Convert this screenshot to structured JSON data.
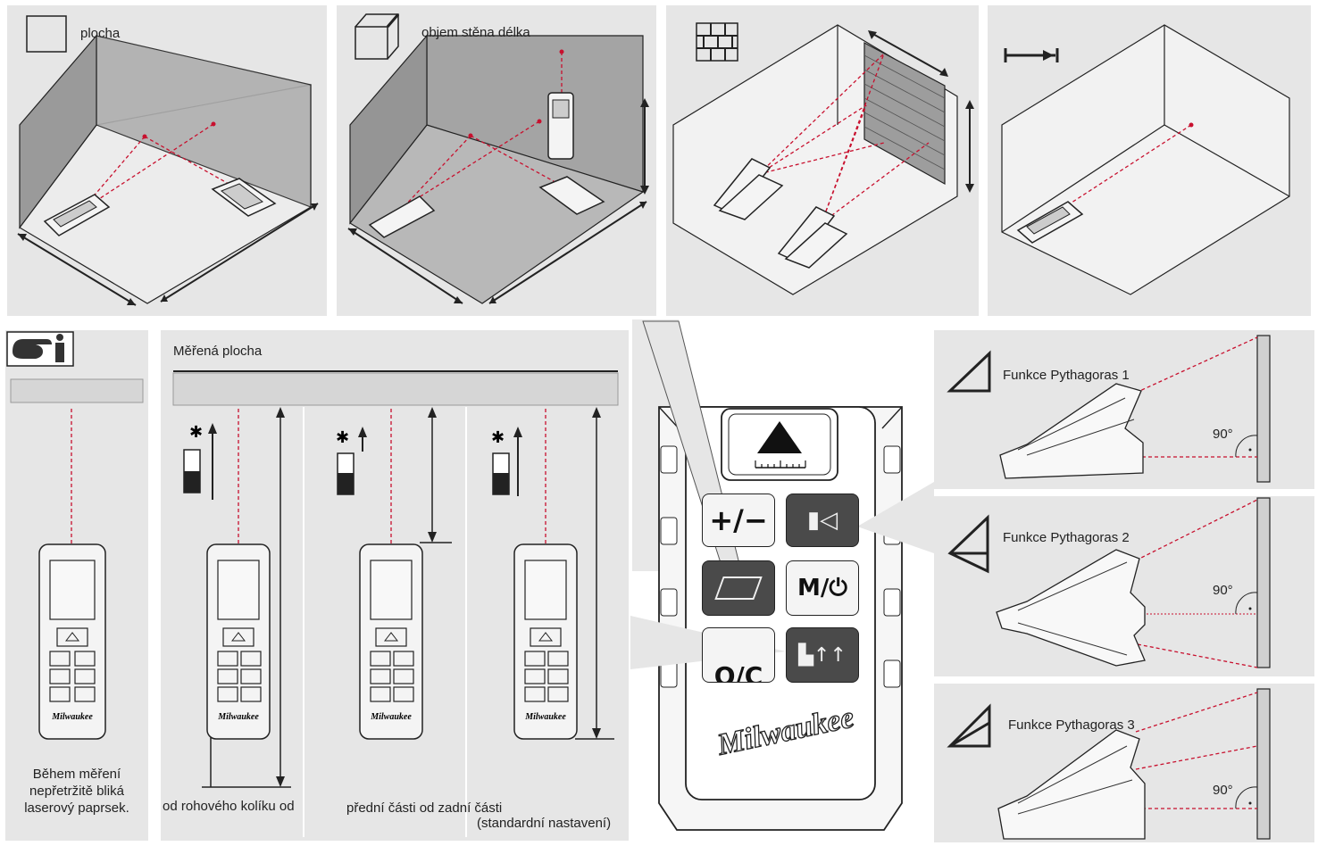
{
  "top_panels": {
    "area_label": "plocha",
    "volume_label": "objem stěna délka"
  },
  "info_panel": {
    "caption_line1": "Během měření",
    "caption_line2": "nepřetržitě bliká",
    "caption_line3": "laserový paprsek."
  },
  "reference_panel": {
    "title": "Měřená plocha",
    "caption_corner": "od rohového kolíku od",
    "caption_front_back": "přední části od zadní části",
    "caption_default": "(standardní nastavení)"
  },
  "device": {
    "brand": "Milwaukee",
    "plus_minus": "+/−",
    "mode_key": "M/⏻",
    "onoff_key": "O/C"
  },
  "pythagoras": {
    "item1": "Funkce Pythagoras 1",
    "item2": "Funkce Pythagoras 2",
    "item3": "Funkce Pythagoras 3",
    "angle": "90°"
  },
  "icons": {
    "area": "square-icon",
    "volume": "cube-icon",
    "wall": "brick-wall-icon",
    "distance": "distance-arrow-icon",
    "info": "hand-info-icon"
  },
  "colors": {
    "laser": "#c8102e",
    "panel": "#e6e6e6",
    "dark_key": "#444444"
  }
}
